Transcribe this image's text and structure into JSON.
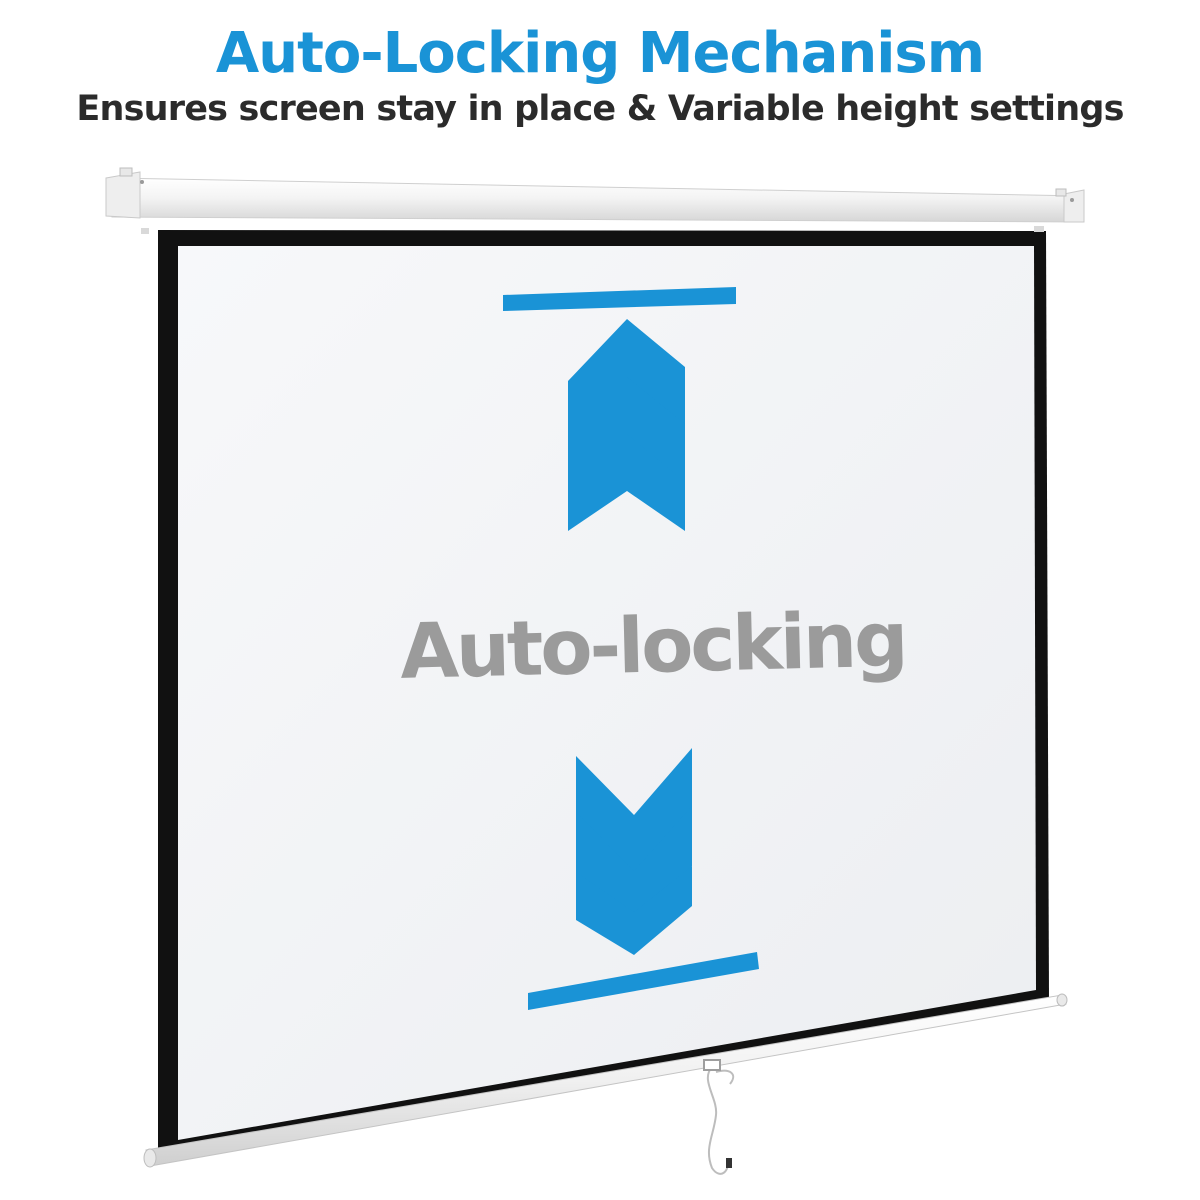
{
  "headline": "Auto-Locking Mechanism",
  "subheadline": "Ensures screen stay in place & Variable height settings",
  "screen": {
    "overlay_text": "Auto-locking",
    "upper_indicator_icon": "chevrons-up-icon",
    "lower_indicator_icon": "chevrons-down-icon"
  },
  "colors": {
    "accent_blue": "#1a93d6",
    "headline_dark": "#2b2b2b",
    "overlay_gray": "#9b9b9b",
    "screen_border": "#111111",
    "screen_surface": "#f3f4f6",
    "housing": "#f7f7f7"
  }
}
